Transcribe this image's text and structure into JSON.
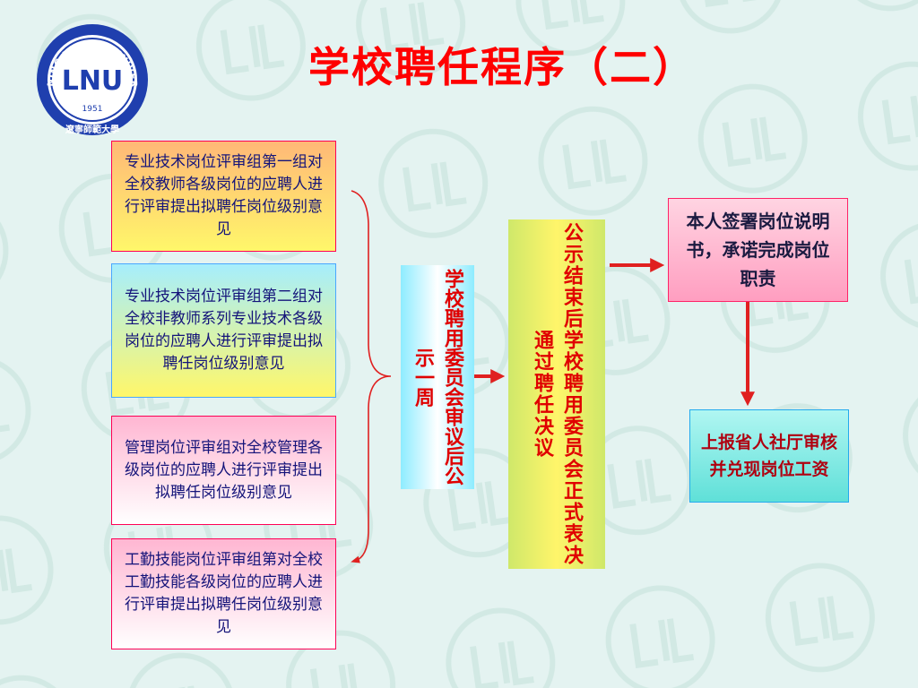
{
  "header": {
    "title": "学校聘任程序（二）"
  },
  "logo": {
    "ring_text": "LIAONING NORMAL UNIVERSITY",
    "monogram": "LNU",
    "year": "1951",
    "chinese_name": "遼寧師範大學",
    "color": "#1f3fae"
  },
  "review_groups": [
    {
      "text": "专业技术岗位评审组第一组对全校教师各级岗位的应聘人进行评审提出拟聘任岗位级别意见"
    },
    {
      "text": "专业技术岗位评审组第二组对全校非教师系列专业技术各级岗位的应聘人进行评审提出拟聘任岗位级别意见"
    },
    {
      "text": "管理岗位评审组对全校管理各级岗位的应聘人进行评审提出拟聘任岗位级别意见"
    },
    {
      "text": "工勤技能岗位评审组第对全校工勤技能各级岗位的应聘人进行评审提出拟聘任岗位级别意见"
    }
  ],
  "steps": {
    "committee_review": "学校聘用委员会审议后公示一周",
    "final_decision": "公示结束后学校聘用委员会正式表决通过聘任决议",
    "sign_contract": "本人签署岗位说明书，承诺完成岗位职责",
    "report": "上报省人社厅审核并兑现岗位工资"
  },
  "colors": {
    "accent_red": "#ff0000",
    "arrow_red": "#e02020",
    "background": "#e4f3f1"
  }
}
